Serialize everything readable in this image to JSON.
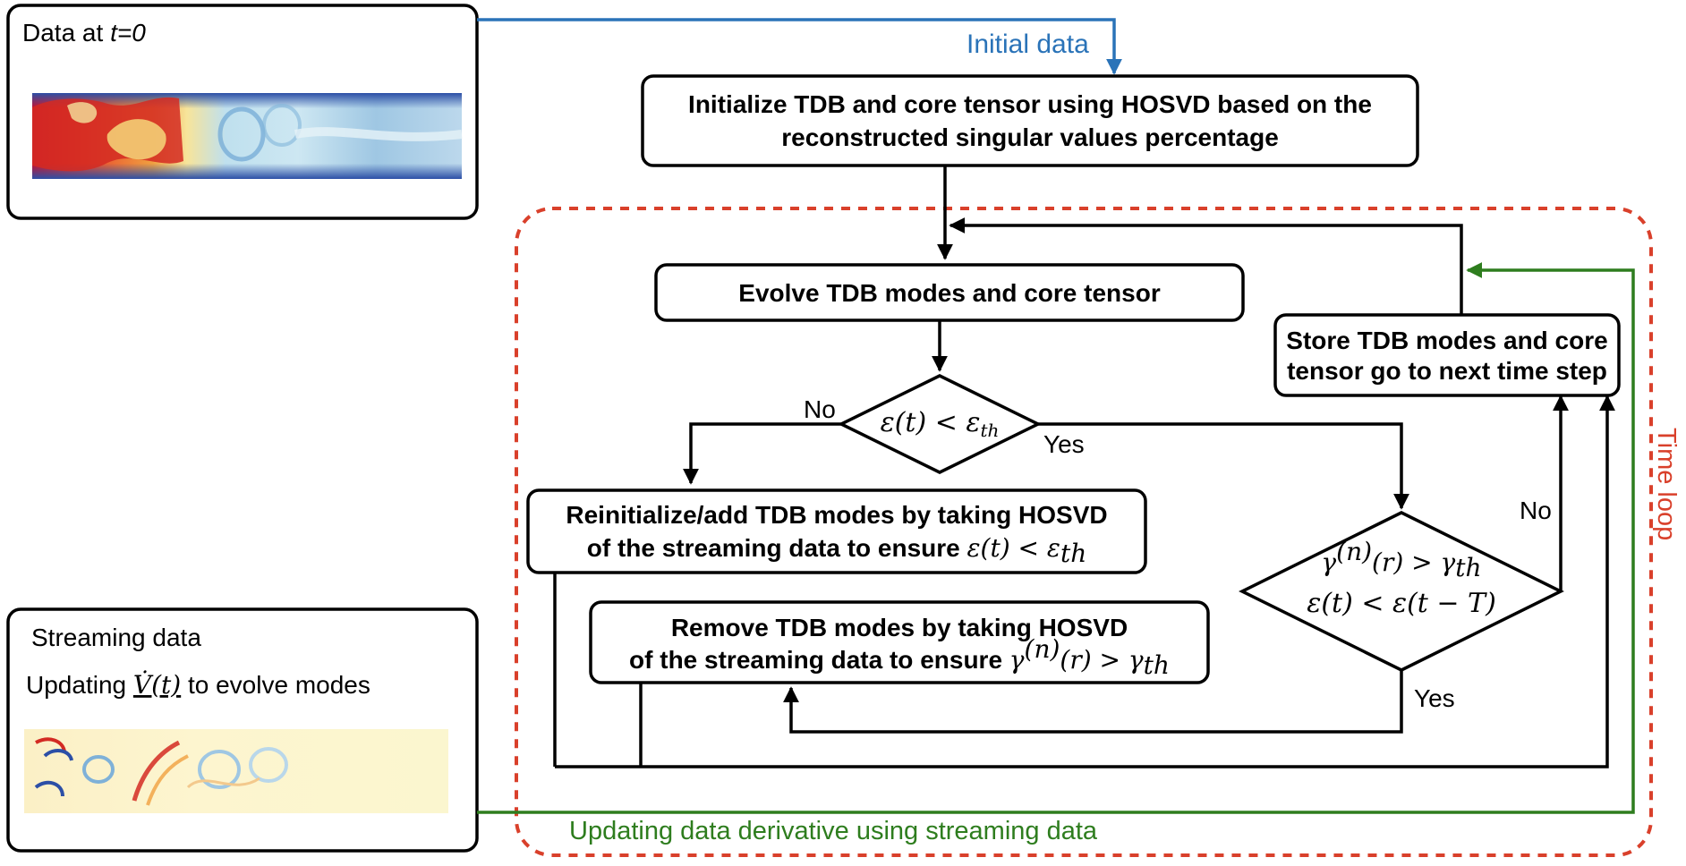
{
  "panels": {
    "initial": {
      "title_prefix": "Data at ",
      "title_var": "t=0"
    },
    "streaming": {
      "title": "Streaming data",
      "updating_prefix": "Updating ",
      "updating_var": "V̇(t)",
      "updating_suffix": " to evolve modes"
    }
  },
  "labels": {
    "initial_data": "Initial data",
    "updating_derivative": "Updating data derivative using streaming data",
    "time_loop": "Time loop",
    "no_left": "No",
    "yes_right": "Yes",
    "no_right": "No",
    "yes_bottom": "Yes"
  },
  "boxes": {
    "initialize": {
      "line1": "Initialize TDB and core tensor using HOSVD based on the",
      "line2": "reconstructed singular values percentage"
    },
    "evolve": {
      "line1": "Evolve TDB modes and core tensor"
    },
    "store": {
      "line1": "Store TDB modes and core",
      "line2": "tensor go to next time step"
    },
    "reinit": {
      "line1": "Reinitialize/add TDB modes by taking HOSVD",
      "line2": "of the streaming data to ensure ",
      "line2_math": "ε(t) < ε",
      "line2_math_sub": "th"
    },
    "remove": {
      "line1": "Remove TDB modes by taking HOSVD",
      "line2": "of the streaming data to ensure ",
      "line2_math": "γ",
      "line2_math_sup": "(n)",
      "line2_math_rest": "(r) > γ",
      "line2_math_sub": "th"
    }
  },
  "decisions": {
    "error": {
      "math": "ε(t) < ε",
      "sub": "th"
    },
    "gamma": {
      "line1_math": "γ",
      "line1_sup": "(n)",
      "line1_rest": "(r) > γ",
      "line1_sub": "th",
      "line2_math": "ε(t) < ε(t − T)"
    }
  },
  "colors": {
    "blue": "#2a73b8",
    "green": "#2e7d1e",
    "red_dashed": "#d9402b",
    "black": "#000000"
  }
}
